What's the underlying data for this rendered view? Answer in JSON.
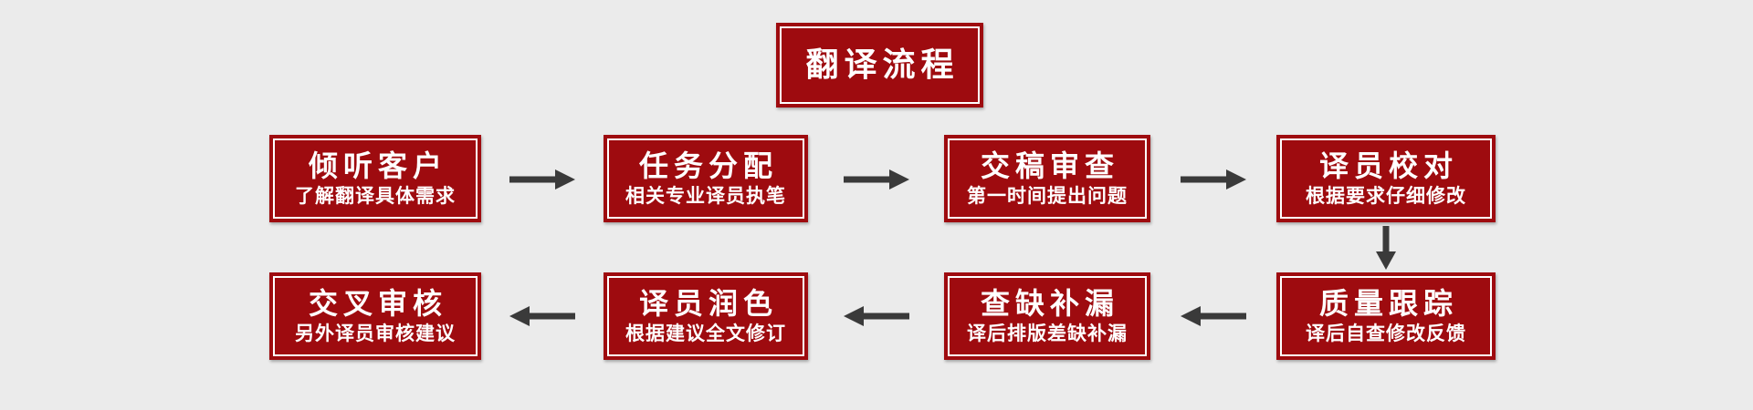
{
  "page": {
    "background": "#ebebeb"
  },
  "theme": {
    "box_red": "#9e0b0f",
    "box_inner_border": "#ffffff",
    "text_color": "#ffffff",
    "arrow_color": "#3a3a3a"
  },
  "header": {
    "title": "翻译流程"
  },
  "flow": {
    "row1": [
      {
        "title": "倾听客户",
        "subtitle": "了解翻译具体需求"
      },
      {
        "title": "任务分配",
        "subtitle": "相关专业译员执笔"
      },
      {
        "title": "交稿审查",
        "subtitle": "第一时间提出问题"
      },
      {
        "title": "译员校对",
        "subtitle": "根据要求仔细修改"
      }
    ],
    "row2": [
      {
        "title": "交叉审核",
        "subtitle": "另外译员审核建议"
      },
      {
        "title": "译员润色",
        "subtitle": "根据建议全文修订"
      },
      {
        "title": "查缺补漏",
        "subtitle": "译后排版差缺补漏"
      },
      {
        "title": "质量跟踪",
        "subtitle": "译后自查修改反馈"
      }
    ]
  }
}
